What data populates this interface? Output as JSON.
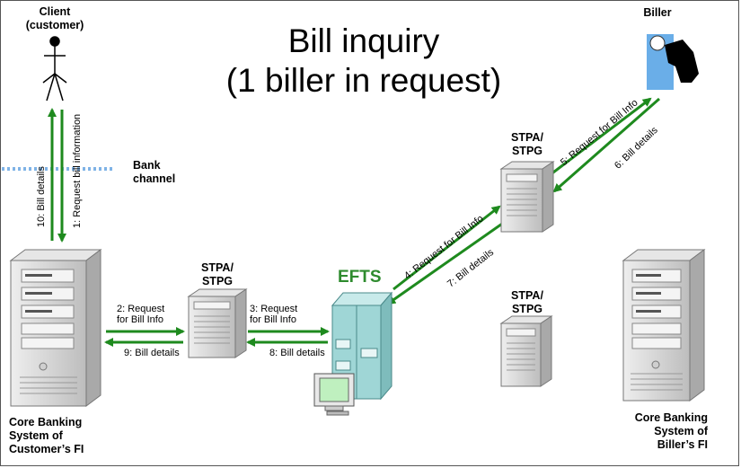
{
  "title": {
    "line1": "Bill inquiry",
    "line2": "(1 biller in request)"
  },
  "nodes": {
    "client": {
      "line1": "Client",
      "line2": "(customer)"
    },
    "biller": {
      "label": "Biller"
    },
    "bank_channel": {
      "line1": "Bank",
      "line2": "channel"
    },
    "core_customer": {
      "line1": "Core Banking",
      "line2": "System of",
      "line3": "Customer’s FI"
    },
    "core_biller": {
      "line1": "Core Banking",
      "line2": "System of",
      "line3": "Biller’s FI"
    },
    "stpa_left": {
      "line1": "STPA/",
      "line2": "STPG"
    },
    "stpa_top": {
      "line1": "STPA/",
      "line2": "STPG"
    },
    "stpa_right": {
      "line1": "STPA/",
      "line2": "STPG"
    },
    "efts": {
      "label": "EFTS"
    }
  },
  "steps": {
    "s1": "1: Request bill information",
    "s2_line1": "2: Request",
    "s2_line2": "for Bill Info",
    "s3_line1": "3: Request",
    "s3_line2": "for Bill Info",
    "s4": "4: Request for Bill Info",
    "s5": "5: Request for Bill Info",
    "s6": "6: Bill details",
    "s7": "7: Bill details",
    "s8": "8: Bill details",
    "s9": "9: Bill details",
    "s10": "10: Bill details"
  },
  "colors": {
    "arrow": "#1e8a1e",
    "efts_text": "#2e8b2e",
    "channel_line": "#7fb3e6",
    "server_body": "#d4d4d4",
    "efts_cabinet": "#9fd6d6",
    "biller_bg": "#6aaee8"
  }
}
